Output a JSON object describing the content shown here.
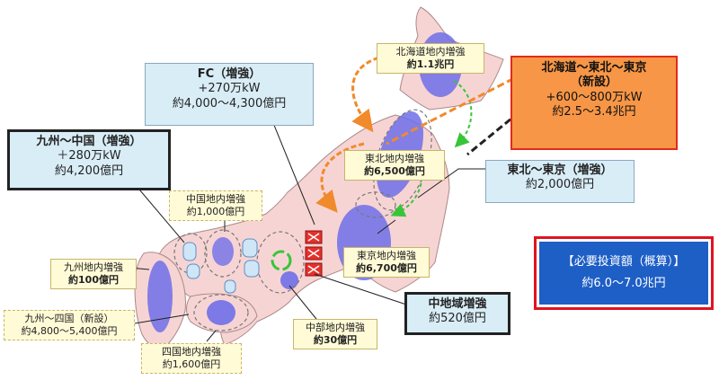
{
  "boxes": {
    "hokkaido_internal": {
      "title": "北海道地内増強",
      "cost": "約1.1兆円"
    },
    "hokkaido_tohoku_tokyo": {
      "title": "北海道～東北～東京",
      "type": "（新設）",
      "capacity": "+600～800万kW",
      "cost": "約2.5～3.4兆円"
    },
    "fc": {
      "title": "FC（増強）",
      "capacity": "+270万kW",
      "cost": "約4,000～4,300億円"
    },
    "kyushu_chugoku": {
      "title": "九州～中国（増強）",
      "capacity": "＋280万kW",
      "cost": "約4,200億円"
    },
    "tohoku_internal": {
      "title": "東北地内増強",
      "cost": "約6,500億円"
    },
    "tohoku_tokyo": {
      "title": "東北～東京（増強）",
      "cost": "約2,000億円"
    },
    "chugoku_internal": {
      "title": "中国地内増強",
      "cost": "約1,000億円"
    },
    "kyushu_internal": {
      "title": "九州地内増強",
      "cost": "約100億円"
    },
    "tokyo_internal": {
      "title": "東京地内増強",
      "cost": "約6,700億円"
    },
    "kyushu_shikoku": {
      "title": "九州～四国（新設）",
      "cost": "約4,800～5,400億円"
    },
    "chubu_regional": {
      "title": "中地域増強",
      "cost": "約520億円"
    },
    "chubu_internal": {
      "title": "中部地内増強",
      "cost": "約30億円"
    },
    "shikoku_internal": {
      "title": "四国地内増強",
      "cost": "約1,600億円"
    }
  },
  "total": {
    "label": "【必要投資額（概算）】",
    "value": "約6.0～7.0兆円"
  },
  "colors": {
    "land": "#f7d4d4",
    "land_stroke": "#a88",
    "highlight": "#6f6fe8",
    "orange_arrow": "#f08a2a",
    "green_arrow": "#38c53a",
    "total_bg": "#1e5fc6",
    "total_border": "#e0131f"
  }
}
